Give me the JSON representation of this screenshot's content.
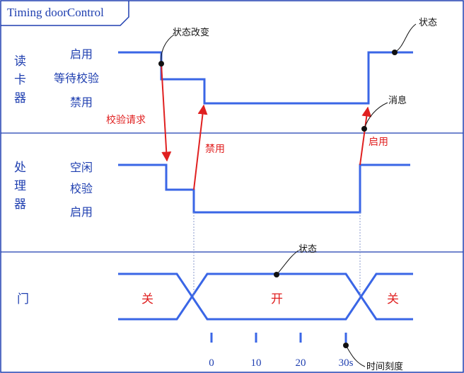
{
  "frame": {
    "title": "Timing doorControl"
  },
  "lanes": {
    "reader": {
      "label_chars": [
        "读",
        "卡",
        "器"
      ],
      "states": [
        "启用",
        "等待校验",
        "禁用"
      ]
    },
    "processor": {
      "label_chars": [
        "处",
        "理",
        "器"
      ],
      "states": [
        "空闲",
        "校验",
        "启用"
      ]
    },
    "door": {
      "label": "门",
      "states": {
        "closed_left": "关",
        "open": "开",
        "closed_right": "关"
      }
    }
  },
  "annotations": {
    "state_change": "状态改变",
    "state_top_right": "状态",
    "message": "消息",
    "door_state": "状态",
    "time_scale": "时间刻度"
  },
  "messages": {
    "verify_request": "校验请求",
    "disable": "禁用",
    "enable": "启用"
  },
  "timeline": {
    "ticks": [
      "0",
      "10",
      "20",
      "30s"
    ]
  },
  "colors": {
    "line": "#3a66e6",
    "frame": "#1f3fb0",
    "message": "#e02020",
    "annotation": "#111111"
  }
}
